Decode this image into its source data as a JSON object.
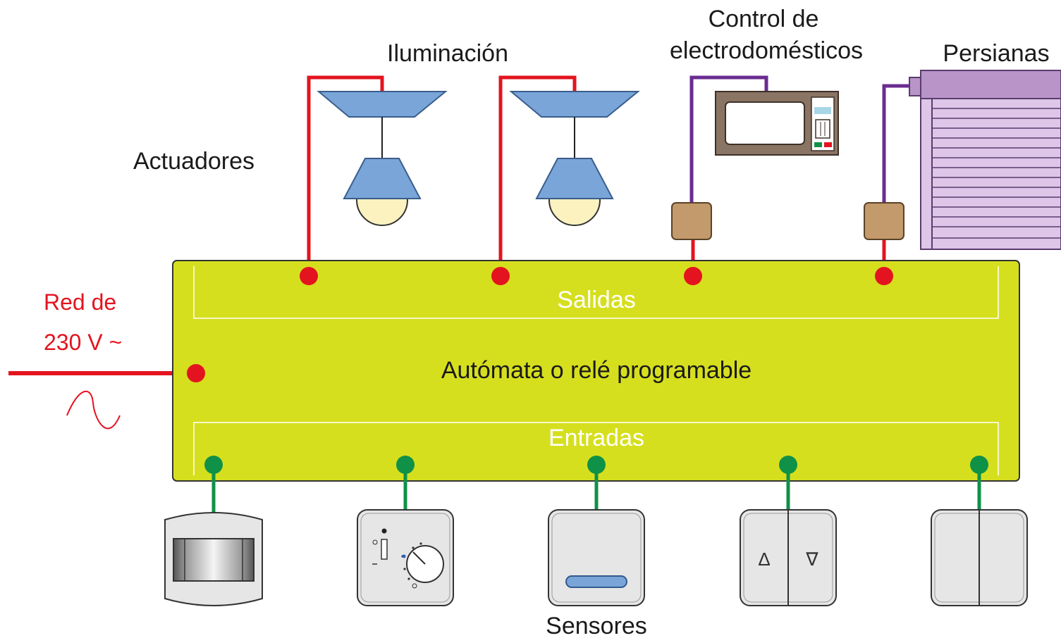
{
  "labels": {
    "lighting": "Iluminación",
    "appliance_line1": "Control de",
    "appliance_line2": "electrodomésticos",
    "blinds": "Persianas",
    "actuators": "Actuadores",
    "mains_line1": "Red de",
    "mains_line2": "230 V ~",
    "outputs": "Salidas",
    "controller": "Autómata o relé programable",
    "inputs": "Entradas",
    "sensors": "Sensores"
  },
  "colors": {
    "plc_body": "#d6df1e",
    "output_wire": "#e3141f",
    "appliance_wire": "#6a2c91",
    "input_wire": "#109148",
    "lamp_shade": "#7aa5d8",
    "bulb": "#fbf2c0",
    "relay_module": "#c29a6b",
    "blind": "#b894c8",
    "microwave": "#8a7463",
    "sensor_body": "#e6e6e6"
  },
  "icons": {
    "mains": "sine-wave-icon",
    "switch_symbols": [
      "Δ",
      "∇"
    ]
  }
}
